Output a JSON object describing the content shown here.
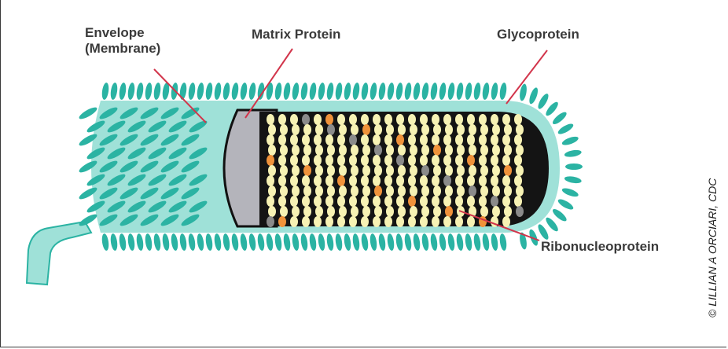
{
  "labels": {
    "envelope_line1": "Envelope",
    "envelope_line2": "(Membrane)",
    "matrix": "Matrix Protein",
    "glycoprotein": "Glycoprotein",
    "ribonucleoprotein": "Ribonucleoprotein"
  },
  "credit": "© LILLIAN A ORCIARI, CDC",
  "colors": {
    "spike": "#2bb3a3",
    "envelope_fill": "#9fe1d8",
    "matrix": "#b4b4bb",
    "rnp_yellow": "#f7f2b4",
    "rnp_orange": "#f0923a",
    "rnp_gray": "#8a8a8a",
    "pointer": "#d2354b"
  }
}
